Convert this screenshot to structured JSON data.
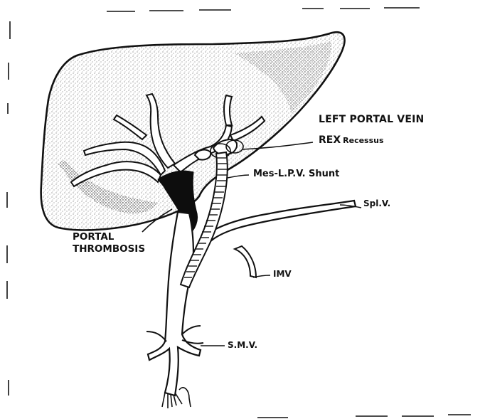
{
  "labels": {
    "left_portal_vein": "LEFT PORTAL VEIN",
    "rex_main": "REX",
    "rex_sub": "Recessus",
    "mes_lpv_shunt": "Mes-L.P.V. Shunt",
    "splv": "Spl.V.",
    "imv": "IMV",
    "smv": "S.M.V.",
    "portal_line1": "PORTAL",
    "portal_line2": "THROMBOSIS"
  },
  "colors": {
    "ink": "#111111",
    "background": "#ffffff",
    "stipple": "#2a2a2a"
  }
}
